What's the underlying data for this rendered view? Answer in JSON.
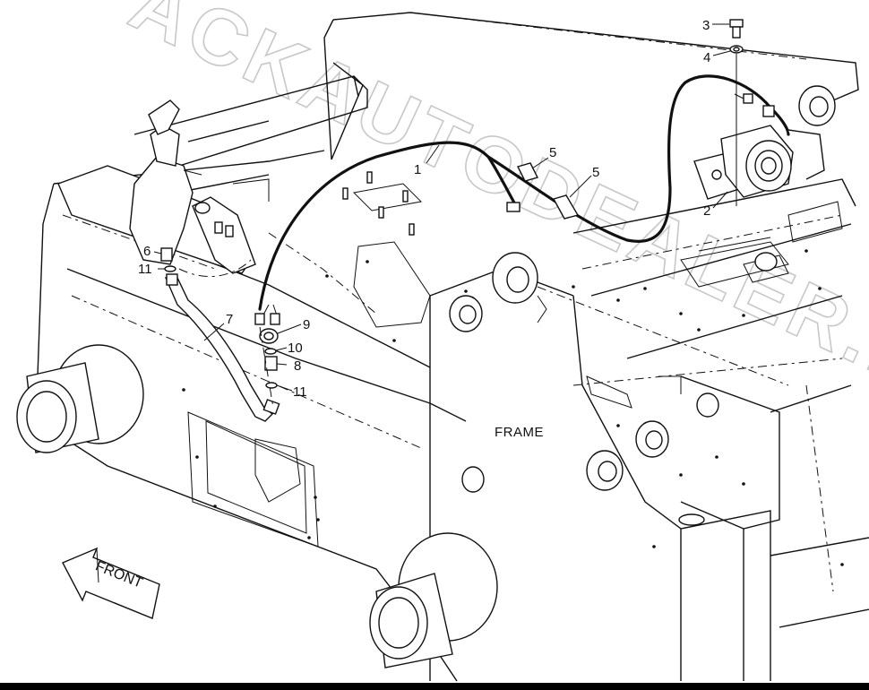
{
  "diagram": {
    "callouts": {
      "c1": "1",
      "c2": "2",
      "c3": "3",
      "c4": "4",
      "c5a": "5",
      "c5b": "5",
      "c6": "6",
      "c7": "7",
      "c8": "8",
      "c9": "9",
      "c10": "10",
      "c11a": "11",
      "c11b": "11"
    },
    "frame_label": "FRAME",
    "front_label": "FRONT",
    "watermark": "ACKAUTODEALER.RU"
  }
}
